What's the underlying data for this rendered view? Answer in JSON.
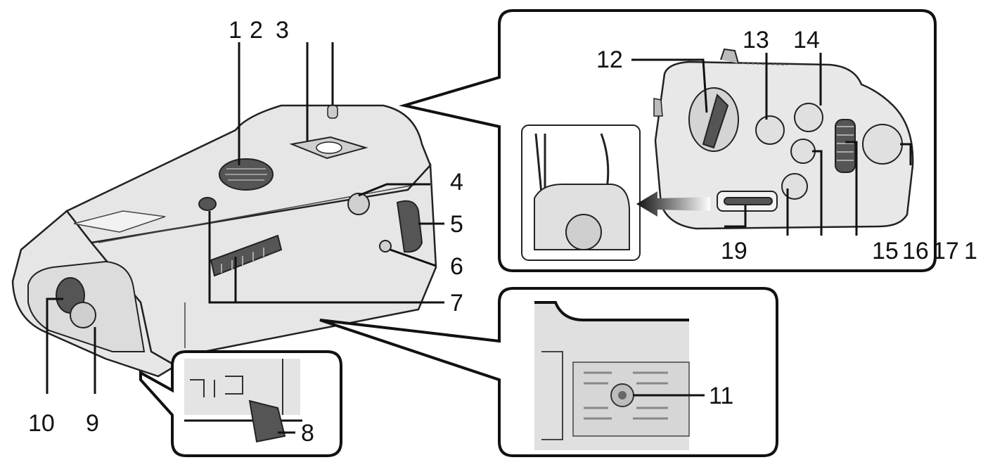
{
  "diagram": {
    "callouts": {
      "c1": "1",
      "c2": "2",
      "c3": "3",
      "c4": "4",
      "c5": "5",
      "c6": "6",
      "c7": "7",
      "c8": "8",
      "c9": "9",
      "c10": "10",
      "c11": "11",
      "c12": "12",
      "c13": "13",
      "c14": "14",
      "c15": "15",
      "c16": "16",
      "c17": "17",
      "c18": "1",
      "c19": "19"
    }
  },
  "colors": {
    "body": "#e6e6e6",
    "line": "#111111"
  }
}
